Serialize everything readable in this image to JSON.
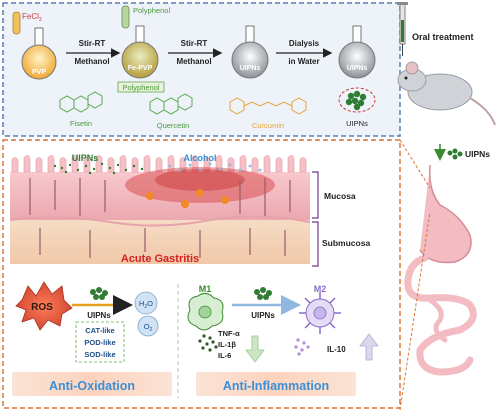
{
  "synthesis": {
    "reagent_fecl3": "FeCl",
    "reagent_fecl3_sub": "3",
    "reagent_polyphenol": "Polyphenol",
    "flask1_label": "PVP",
    "flask2_label": "Fe-PVP",
    "flask3_label": "UIPNs",
    "flask4_label": "UIPNs",
    "step1_top": "Stir-RT",
    "step1_bottom": "Methanol",
    "step2_top": "Stir-RT",
    "step2_bottom": "Methanol",
    "step3_top": "Dialysis",
    "step3_bottom": "in Water",
    "polyphenol_box": "Polyphenol",
    "molecules": [
      "Fisetin",
      "Quercetin",
      "Curcumin"
    ],
    "uipns_label": "UIPNs"
  },
  "oral": {
    "label": "Oral treatment",
    "uipns_label": "UIPNs"
  },
  "tissue": {
    "uipns_label": "UIPNs",
    "alcohol_label": "Alcohol",
    "mucosa_label": "Mucosa",
    "submucosa_label": "Submucosa",
    "disease_label": "Acute Gastritis"
  },
  "antioxidation": {
    "ros_label": "ROS",
    "uipns_label": "UIPNs",
    "product_h2o": "H",
    "product_h2o_sub": "2",
    "product_h2o_end": "O",
    "product_o2": "O",
    "product_o2_sub": "2",
    "activities": [
      "CAT-like",
      "POD-like",
      "SOD-like"
    ],
    "title": "Anti-Oxidation"
  },
  "antiinflammation": {
    "m1_label": "M1",
    "m2_label": "M2",
    "uipns_label": "UIPNs",
    "cytokines_down": [
      "TNF-α",
      "IL-1β",
      "IL-6"
    ],
    "cytokine_up": "IL-10",
    "title": "Anti-Inflammation"
  },
  "colors": {
    "panel_border_blue": "#5a7fb5",
    "panel_border_orange": "#d9773a",
    "uipn_green": "#2e7d32",
    "mucosa_pink": "#f2b9c0",
    "inflamed_red": "#d23a3a",
    "title_blue": "#3a8fd6"
  }
}
